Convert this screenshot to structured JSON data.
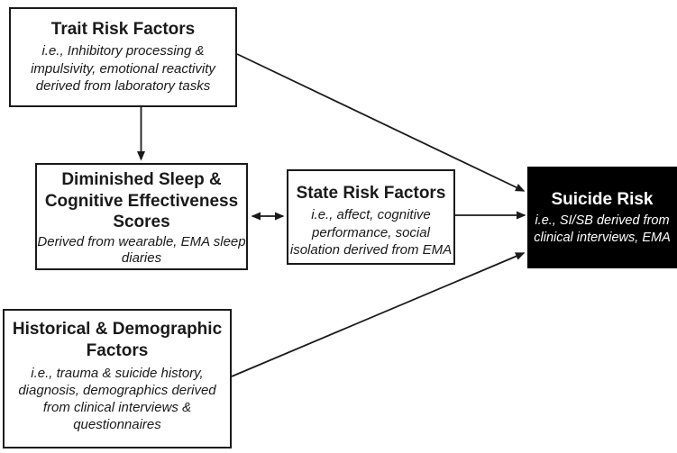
{
  "diagram": {
    "background_color": "#ffffff",
    "box_border_color": "#1a1a1a",
    "arrow_color": "#1a1a1a",
    "boxes": {
      "trait": {
        "title": "Trait Risk Factors",
        "subtitle_lines": [
          "i.e., Inhibitory processing &",
          "impulsivity, emotional reactivity",
          "derived from laboratory tasks"
        ]
      },
      "sleep": {
        "title_lines": [
          "Diminished Sleep &",
          "Cognitive Effectiveness",
          "Scores"
        ],
        "subtitle_lines": [
          "Derived from wearable, EMA sleep",
          "diaries"
        ]
      },
      "state": {
        "title": "State Risk Factors",
        "subtitle_lines": [
          "i.e., affect, cognitive",
          "performance, social",
          "isolation derived from EMA"
        ]
      },
      "suicide": {
        "title": "Suicide Risk",
        "subtitle_lines": [
          "i.e., SI/SB derived from",
          "clinical interviews, EMA"
        ],
        "background_color": "#000000",
        "text_color": "#ffffff"
      },
      "historical": {
        "title_lines": [
          "Historical & Demographic",
          "Factors"
        ],
        "subtitle_lines": [
          "i.e., trauma & suicide history,",
          "diagnosis, demographics derived",
          "from clinical interviews &",
          "questionnaires"
        ]
      }
    },
    "edges": [
      {
        "from": "trait",
        "to": "sleep",
        "type": "arrow"
      },
      {
        "from": "trait",
        "to": "suicide",
        "type": "arrow"
      },
      {
        "from": "sleep",
        "to": "state",
        "type": "double-arrow"
      },
      {
        "from": "state",
        "to": "suicide",
        "type": "arrow"
      },
      {
        "from": "historical",
        "to": "suicide",
        "type": "arrow"
      }
    ]
  }
}
